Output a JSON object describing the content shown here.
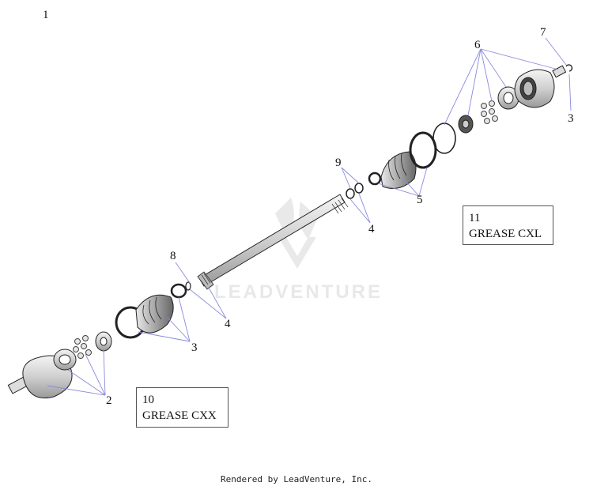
{
  "diagram": {
    "callouts": [
      "1",
      "2",
      "3",
      "3",
      "4",
      "4",
      "4",
      "5",
      "6",
      "7",
      "8",
      "9"
    ],
    "notes": [
      {
        "number": "10",
        "text": "GREASE CXX"
      },
      {
        "number": "11",
        "text": "GREASE CXL"
      }
    ]
  },
  "watermark": "LEADVENTURE",
  "footer": "Rendered by LeadVenture, Inc.",
  "colors": {
    "leader": "#8a8ae0",
    "outline": "#222222",
    "shade": "#d8d8d8"
  }
}
